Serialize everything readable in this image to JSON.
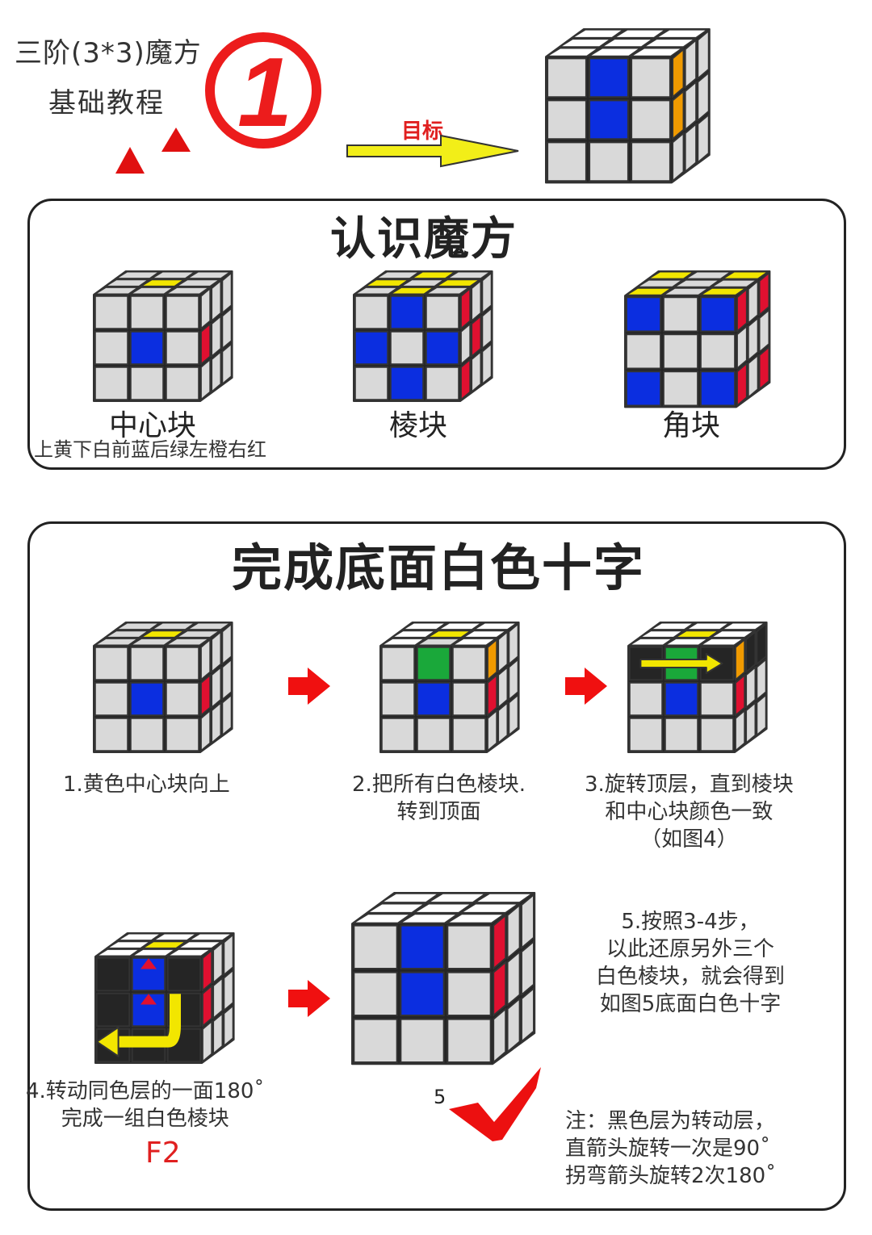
{
  "header": {
    "title": "三阶(3*3)魔方",
    "subtitle": "基础教程",
    "number": "1",
    "target_label": "目标"
  },
  "section1": {
    "title": "认识魔方",
    "labels": {
      "center": "中心块",
      "edge": "棱块",
      "corner": "角块"
    },
    "color_note": "上黄下白前蓝后绿左橙右红"
  },
  "section2": {
    "title": "完成底面白色十字",
    "step1": "1.黄色中心块向上",
    "step2": [
      "2.把所有白色棱块.",
      "转到顶面"
    ],
    "step3": [
      "3.旋转顶层，直到棱块",
      "和中心块颜色一致",
      "（如图4）"
    ],
    "step4": [
      "4.转动同色层的一面180˚",
      "完成一组白色棱块"
    ],
    "step4_formula": "F2",
    "step5_figure": "5",
    "step5": [
      "5.按照3-4步，",
      "以此还原另外三个",
      "白色棱块，就会得到",
      "如图5底面白色十字"
    ],
    "note": [
      "注：黑色层为转动层，",
      "直箭头旋转一次是90˚",
      "拐弯箭头旋转2次180˚"
    ]
  },
  "colors": {
    "gray": "#d9d9d9",
    "white": "#ffffff",
    "blue": "#0b2ee0",
    "red": "#e01030",
    "yellow": "#f2e600",
    "orange": "#f09a00",
    "green": "#1aa83a",
    "black": "#252525",
    "accent_red": "#e02020"
  },
  "icons": [
    "triangle-icon",
    "arrow-right-icon",
    "checkmark-icon",
    "u-turn-arrow-icon"
  ]
}
